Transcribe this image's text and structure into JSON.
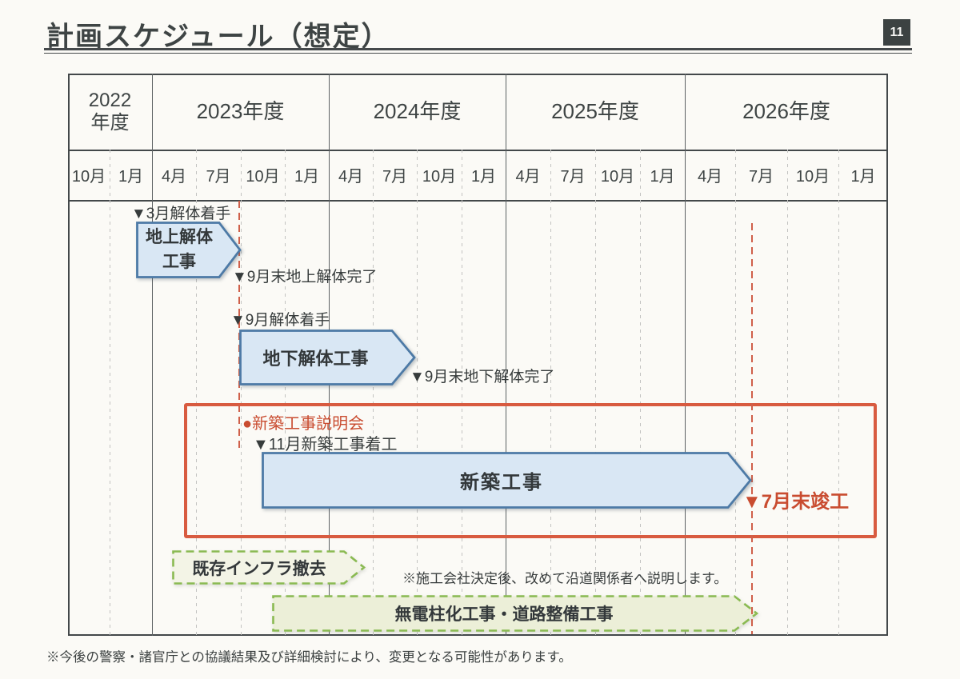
{
  "page": {
    "title": "計画スケジュール（想定）",
    "page_number": "11",
    "footnote": "※今後の警察・諸官庁との協議結果及び詳細検討により、変更となる可能性があります。"
  },
  "timeline": {
    "years": [
      "2022\n年度",
      "2023年度",
      "2024年度",
      "2025年度",
      "2026年度"
    ],
    "months": [
      "10月",
      "1月",
      "4月",
      "7月",
      "10月",
      "1月",
      "4月",
      "7月",
      "10月",
      "1月",
      "4月",
      "7月",
      "10月",
      "1月",
      "4月",
      "7月",
      "10月",
      "1月"
    ]
  },
  "tasks": {
    "demolition_above": {
      "label": "地上解体工事",
      "start_note": "▼3月解体着手",
      "end_note": "▼9月末地上解体完了"
    },
    "demolition_below": {
      "label": "地下解体工事",
      "start_note": "▼9月解体着手",
      "end_note": "▼9月末地下解体完了"
    },
    "new_construction": {
      "briefing_note": "●新築工事説明会",
      "start_note": "▼11月新築工事着工",
      "label": "新築工事",
      "completion_note": "▼7月末竣工"
    },
    "infra_removal": {
      "label": "既存インフラ撤去",
      "note": "※施工会社決定後、改めて沿道関係者へ説明します。"
    },
    "road_works": {
      "label": "無電柱化工事・道路整備工事"
    }
  },
  "colors": {
    "accent_red": "#d85b40",
    "red_text": "#c94c30",
    "bar_blue_fill": "#d9e7f4",
    "bar_blue_border": "#4d7aa6",
    "green_dash_border": "#8aba52",
    "green_fill_light": "#f3f4e6",
    "green_fill": "#ecefd8",
    "grid_dark": "#43484a",
    "badge_bg": "#3c4242"
  }
}
